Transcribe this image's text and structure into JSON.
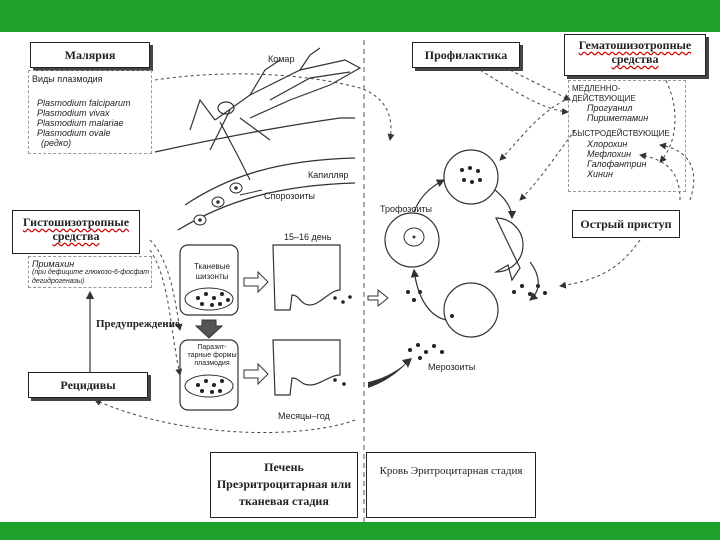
{
  "titles": {
    "malaria": "Малярия",
    "prophylaxis": "Профилактика",
    "hematoschizotropic": "Гематошизотропные средства",
    "histoschizotropic": "Гистошизотропные средства",
    "acute_attack": "Острый приступ",
    "relapses": "Рецидивы",
    "liver_stage": "Печень Преэритроцитарная или тканевая стадия",
    "blood_stage": "Кровь Эритроцитарная стадия"
  },
  "plasmodium": {
    "heading": "Виды плазмодия",
    "species": [
      "Plasmodium falciparum",
      "Plasmodium vivax",
      "Plasmodium malariae",
      "Plasmodium ovale"
    ],
    "note": "(редко)"
  },
  "drugs": {
    "slow_heading": "МЕДЛЕННО-ДЕЙСТВУЮЩИЕ",
    "slow": [
      "Прогуанил",
      "Пириметамин"
    ],
    "fast_heading": "БЫСТРОДЕЙСТВУЮЩИЕ",
    "fast": [
      "Хлорохин",
      "Мефлохин",
      "Галофантрин",
      "Хинин"
    ]
  },
  "primaquine": {
    "name": "Примахин",
    "note": "(при дефиците глюкозо-6-фосфат дегидрогеназы)"
  },
  "labels": {
    "mosquito": "Комар",
    "capillary": "Капилляр",
    "sporozoites": "Спорозоиты",
    "tissue_schizonts": "Тканевые шизонты",
    "days": "15–16 день",
    "parasitic_forms": "Паразит-тарные формы плазмодия",
    "months_year": "Месяцы–год",
    "prevention": "Предупреждение",
    "trophozoites": "Трофозоиты",
    "merozoites": "Мерозоиты"
  },
  "colors": {
    "bar": "#1fa22b",
    "ink": "#222222"
  }
}
